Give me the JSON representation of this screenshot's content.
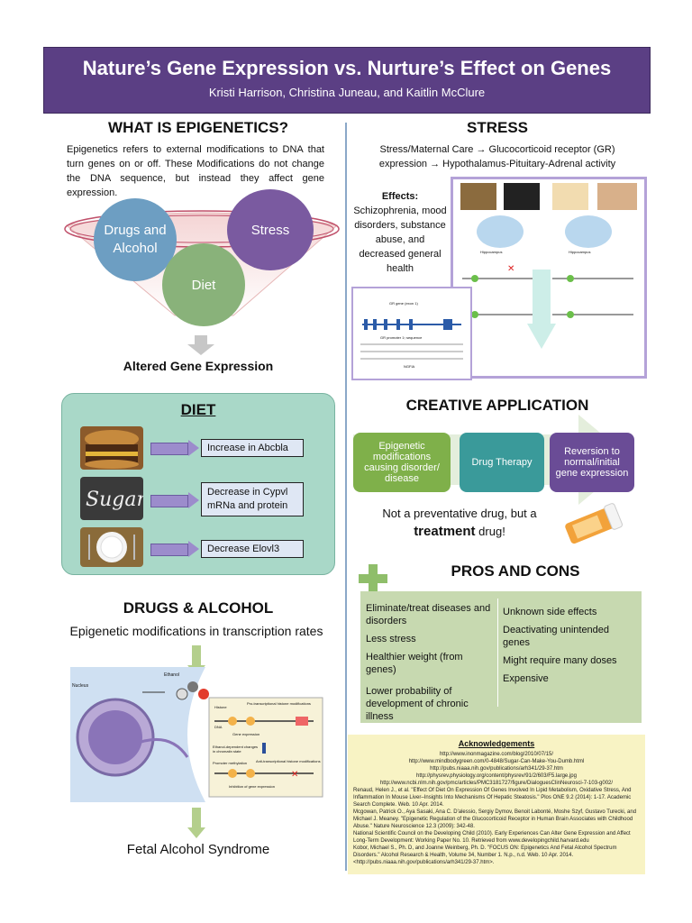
{
  "header": {
    "title": "Nature’s Gene Expression vs. Nurture’s Effect on Genes",
    "authors": "Kristi Harrison, Christina Juneau, and Kaitlin McClure"
  },
  "epigenetics": {
    "heading": "WHAT IS EPIGENETICS?",
    "text": "Epigenetics refers to external modifications to DNA that turn genes on or off. These Modifications do not change the DNA sequence, but instead they affect gene expression.",
    "circles": {
      "drugs": "Drugs and Alcohol",
      "stress": "Stress",
      "diet": "Diet"
    },
    "result": "Altered Gene Expression"
  },
  "diet": {
    "heading": "DIET",
    "items": [
      {
        "label": "Increase in Abcbla"
      },
      {
        "label": "Decrease in Cypvl mRNa and protein"
      },
      {
        "label": "Decrease Elovl3"
      }
    ]
  },
  "drugs": {
    "heading": "DRUGS & ALCOHOL",
    "subtitle": "Epigenetic modifications in transcription rates",
    "result": "Fetal Alcohol Syndrome",
    "figure_labels": {
      "ethanol": "Ethanol",
      "nucleus": "Nucleus",
      "histone": "Histone",
      "dna": "DNA",
      "gene_expression": "Gene expression",
      "pro_mod": "Pro-transcriptional histone modifications",
      "anti_mod": "Anti-transcriptional histone modifications",
      "ethanol_changes": "Ethanol-dependent changes in chromatin state",
      "inhibition": "Inhibition of gene expression",
      "promoter": "Promoter methylation"
    }
  },
  "stress": {
    "heading": "STRESS",
    "line1": "Stress/Maternal Care → Glucocorticoid receptor (GR)",
    "line2": "expression → Hypothalamus-Pituitary-Adrenal activity",
    "effects_label": "Effects:",
    "effects_text": "Schizophrenia, mood disorders, substance abuse, and decreased general health",
    "figure_labels": {
      "hippocampus": "Hippocampus",
      "gr_gene": "GR gene (exon 1)",
      "gr_promoter": "GR promoter 1₇ sequence",
      "ngfia": "NGFIA"
    }
  },
  "creative": {
    "heading": "CREATIVE APPLICATION",
    "steps": [
      "Epigenetic modifications causing disorder/ disease",
      "Drug Therapy",
      "Reversion to normal/initial gene expression"
    ],
    "note_part1": "Not a preventative drug, but a",
    "note_bold": "treatment",
    "note_part2": "drug!"
  },
  "pros_cons": {
    "heading": "PROS AND CONS",
    "pros": [
      "Eliminate/treat diseases and disorders",
      "Less stress",
      "Healthier weight (from genes)",
      "Lower probability of development of chronic illness"
    ],
    "cons": [
      "Unknown side effects",
      "Deactivating unintended genes",
      "Might require many doses",
      "Expensive"
    ]
  },
  "acknowledgements": {
    "heading": "Acknowledgements",
    "lines": [
      "http://www.inonmagazine.com/blog/2010/07/15/",
      "http://www.mindbodygreen.com/0-4848/Sugar-Can-Make-You-Dumb.html",
      "http://pubs.niaaa.nih.gov/publications/arh341/29-37.htm",
      "http://physrev.physiology.org/content/physrev/91/2/603/F5.large.jpg",
      "http://www.ncbi.nlm.nih.gov/pmc/articles/PMC3181727/figure/DialoguesClinNeurosci-7-103-g002/",
      "Renaud, Helen J., et al. \"Effect Of Diet On Expression Of Genes Involved In Lipid Metabolism, Oxidative Stress, And Inflammation In Mouse Liver–Insights Into Mechanisms Of Hepatic Steatosis.\" Plos ONE 9.2 (2014): 1-17. Academic Search Complete. Web. 10 Apr. 2014.",
      "Mcgowan, Patrick O., Aya Sasaki, Ana C. D'alessio, Sergiy Dymov, Benoit Labonté, Moshe Szyf, Gustavo Turecki, and Michael J. Meaney. \"Epigenetic Regulation of the Glucocorticoid Receptor in Human Brain Associates with Childhood Abuse.\" Nature Neuroscience 12.3 (2009): 342-48.",
      "National Scientific Council on the Developing Child (2010). Early Experiences Can Alter Gene Expression and Affect Long-Term Development: Working Paper No. 10. Retrieved from www.developingchild.harvard.edu",
      "Kobor, Michael S., Ph. D, and Joanne Weinberg, Ph. D. \"FOCUS ON: Epigenetics And Fetal Alcohol Spectrum Disorders.\" Alcohol Research & Health, Volume 34, Number 1. N.p., n.d. Web. 10 Apr. 2014. <http://pubs.niaaa.nih.gov/publications/arh341/29-37.htm>."
    ]
  },
  "colors": {
    "banner": "#5b3f84",
    "drugs_circle": "#6d9ec2",
    "stress_circle": "#7a5aa0",
    "diet_circle": "#89b27a",
    "diet_panel": "#a9d8c8",
    "pros_panel": "#c7d9b0",
    "ack_panel": "#f8f3c4"
  }
}
